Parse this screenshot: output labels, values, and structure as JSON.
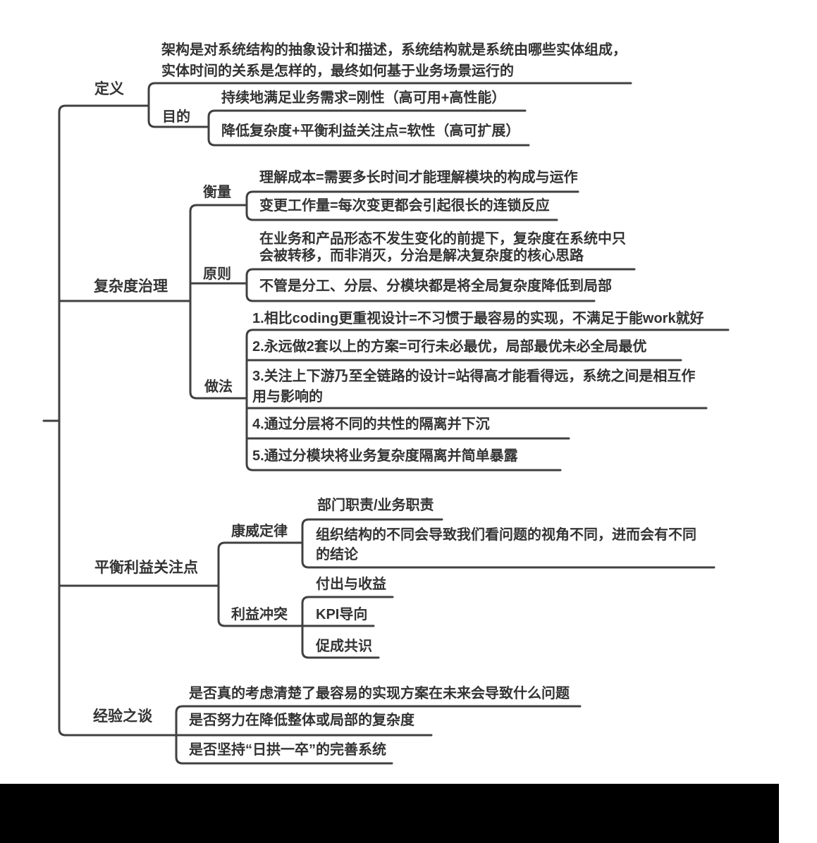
{
  "colors": {
    "line": "#404040",
    "text": "#333333",
    "background": "#ffffff",
    "bottom_bar": "#000000"
  },
  "mindmap": {
    "branches": [
      {
        "label": "定义",
        "children": [
          {
            "label": "架构是对系统结构的抽象设计和描述，系统结构就是系统由哪些实体组成，\n实体时间的关系是怎样的，最终如何基于业务场景运行的"
          },
          {
            "label": "目的",
            "children": [
              {
                "label": "持续地满足业务需求=刚性（高可用+高性能）"
              },
              {
                "label": "降低复杂度+平衡利益关注点=软性（高可扩展）"
              }
            ]
          }
        ]
      },
      {
        "label": "复杂度治理",
        "children": [
          {
            "label": "衡量",
            "children": [
              {
                "label": "理解成本=需要多长时间才能理解模块的构成与运作"
              },
              {
                "label": "变更工作量=每次变更都会引起很长的连锁反应"
              }
            ]
          },
          {
            "label": "原则",
            "children": [
              {
                "label": "在业务和产品形态不发生变化的前提下，复杂度在系统中只\n会被转移，而非消灭，分治是解决复杂度的核心思路"
              },
              {
                "label": "不管是分工、分层、分模块都是将全局复杂度降低到局部"
              }
            ]
          },
          {
            "label": "做法",
            "children": [
              {
                "label": "1.相比coding更重视设计=不习惯于最容易的实现，不满足于能work就好"
              },
              {
                "label": "2.永远做2套以上的方案=可行未必最优，局部最优未必全局最优"
              },
              {
                "label": "3.关注上下游乃至全链路的设计=站得高才能看得远，系统之间是相互作\n用与影响的"
              },
              {
                "label": "4.通过分层将不同的共性的隔离并下沉"
              },
              {
                "label": "5.通过分模块将业务复杂度隔离并简单暴露"
              }
            ]
          }
        ]
      },
      {
        "label": "平衡利益关注点",
        "children": [
          {
            "label": "康威定律",
            "children": [
              {
                "label": "部门职责/业务职责"
              },
              {
                "label": "组织结构的不同会导致我们看问题的视角不同，进而会有不同\n的结论"
              }
            ]
          },
          {
            "label": "利益冲突",
            "children": [
              {
                "label": "付出与收益"
              },
              {
                "label": "KPI导向"
              },
              {
                "label": "促成共识"
              }
            ]
          }
        ]
      },
      {
        "label": "经验之谈",
        "children": [
          {
            "label": "是否真的考虑清楚了最容易的实现方案在未来会导致什么问题"
          },
          {
            "label": "是否努力在降低整体或局部的复杂度"
          },
          {
            "label": "是否坚持“日拱一卒”的完善系统"
          }
        ]
      }
    ]
  }
}
